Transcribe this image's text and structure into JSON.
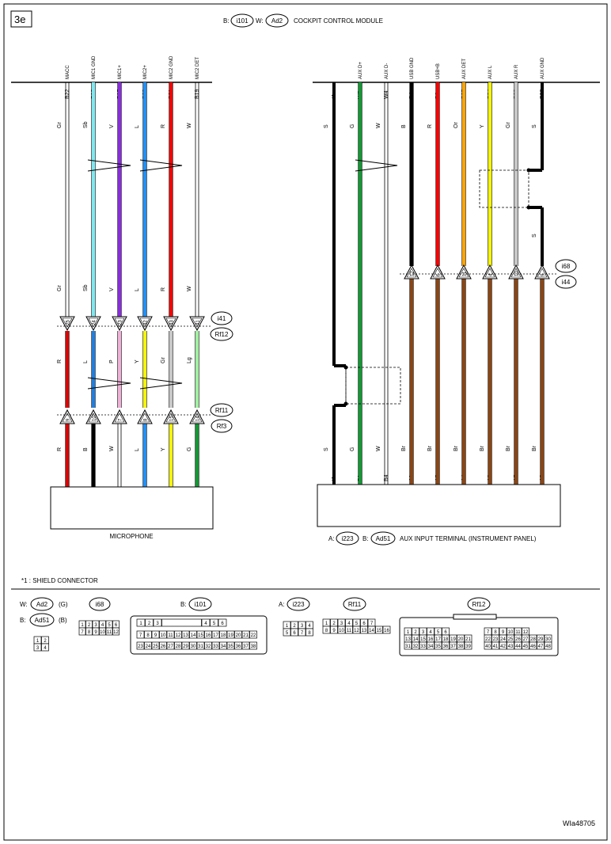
{
  "page_label": "3e",
  "footer_code": "WIa48705",
  "header": {
    "prefix_b": "B:",
    "conn_b": "i101",
    "prefix_w": "W:",
    "conn_w": "Ad2",
    "title": "COCKPIT CONTROL MODULE"
  },
  "microphone_label": "MICROPHONE",
  "aux_terminal": {
    "prefix_a": "A:",
    "conn_a": "i223",
    "prefix_b": "B:",
    "conn_b": "Ad51",
    "label": "AUX INPUT TERMINAL (INSTRUMENT PANEL)"
  },
  "connectors": {
    "i41": "i41",
    "rf12": "Rf12",
    "rf11": "Rf11",
    "rf3": "Rf3",
    "i68": "i68",
    "i44": "i44"
  },
  "left_wires": [
    {
      "signal": "MACC",
      "pin": "B22",
      "color": "Gr",
      "mid_color": "Gr",
      "c1": "25",
      "c1_color": "R",
      "c2": "9",
      "c2_color": "R",
      "term": "",
      "hex": "#ffffff",
      "hex2": "#dd0000",
      "hex3": "#dd0000"
    },
    {
      "signal": "MIC1 GND",
      "pin": "B18",
      "color": "Sb",
      "mid_color": "Sb",
      "c1": "24",
      "c1_color": "L",
      "c2": "10",
      "c2_color": "B",
      "term": "",
      "hex": "#7fe8f0",
      "hex2": "#1e7fe0",
      "hex3": "#000000"
    },
    {
      "signal": "MIC1+",
      "pin": "B17",
      "color": "V",
      "mid_color": "V",
      "c1": "23",
      "c1_color": "P",
      "c2": "7",
      "c2_color": "W",
      "term": "",
      "hex": "#8a2be2",
      "hex2": "#f0b0d8",
      "hex3": "#ffffff"
    },
    {
      "signal": "MIC2+",
      "pin": "B20",
      "color": "L",
      "mid_color": "L",
      "c1": "42",
      "c1_color": "Y",
      "c2": "8",
      "c2_color": "L",
      "term": "",
      "hex": "#1e90ff",
      "hex2": "#f5f500",
      "hex3": "#1e90ff"
    },
    {
      "signal": "MIC2 GND",
      "pin": "B21",
      "color": "R",
      "mid_color": "R",
      "c1": "43",
      "c1_color": "Gr",
      "c2": "15",
      "c2_color": "Y",
      "term": "",
      "hex": "#ff0000",
      "hex2": "#c8c8c8",
      "hex3": "#f5f500"
    },
    {
      "signal": "MIC2 DET",
      "pin": "B19",
      "color": "W",
      "mid_color": "W",
      "c1": "41",
      "c1_color": "Lg",
      "c2": "14",
      "c2_color": "G",
      "term": "",
      "hex": "#ffffff",
      "hex2": "#a0f0a0",
      "hex3": "#119933"
    }
  ],
  "right_wires": [
    {
      "signal": "",
      "pin": "*1",
      "color": "S",
      "c1": "",
      "term_color": "S",
      "term": "*1",
      "hex": "#000000",
      "hex2": "#000000"
    },
    {
      "signal": "AUX D+",
      "pin": "W3",
      "color": "G",
      "c1": "",
      "term_color": "G",
      "term": "B1",
      "hex": "#119933",
      "hex2": "#119933"
    },
    {
      "signal": "AUX D-",
      "pin": "W4",
      "color": "W",
      "c1": "",
      "term_color": "W",
      "term": "B4",
      "hex": "#ffffff",
      "hex2": "#ffffff"
    },
    {
      "signal": "USB GND",
      "pin": "B4",
      "color": "B",
      "c1": "12",
      "term_color": "Br",
      "term": "A1",
      "hex": "#000000",
      "hex2": "#8b4513"
    },
    {
      "signal": "USB+B",
      "pin": "B6",
      "color": "R",
      "c1": "6",
      "term_color": "Br",
      "term": "A5",
      "hex": "#ff0000",
      "hex2": "#8b4513"
    },
    {
      "signal": "AUX DET",
      "pin": "B35",
      "color": "Or",
      "c1": "11",
      "term_color": "Br",
      "term": "A4",
      "hex": "#ffa500",
      "hex2": "#8b4513"
    },
    {
      "signal": "AUX L",
      "pin": "B34",
      "color": "Y",
      "c1": "4",
      "term_color": "Br",
      "term": "A8",
      "hex": "#f5f500",
      "hex2": "#8b4513"
    },
    {
      "signal": "AUX R",
      "pin": "B33",
      "color": "Gr",
      "c1": "10",
      "term_color": "Br",
      "term": "A7",
      "hex": "#c8c8c8",
      "hex2": "#8b4513"
    },
    {
      "signal": "AUX GND",
      "pin": "B32",
      "color": "S",
      "c1": "9",
      "term_color": "Br",
      "term": "A3",
      "hex": "#000000",
      "hex2": "#8b4513"
    }
  ],
  "shield_wire_color": "S",
  "shield_note": "*1 : SHIELD CONNECTOR",
  "legend": {
    "w_prefix": "W:",
    "w_conn": "Ad2",
    "w_tag": "(G)",
    "b_prefix": "B:",
    "b_conn": "Ad51",
    "b_tag": "(B)",
    "i68": "i68",
    "i101_prefix": "B:",
    "i101": "i101",
    "i223_prefix": "A:",
    "i223": "i223",
    "rf11": "Rf11",
    "rf12": "Rf12"
  },
  "pin_grids": {
    "ad2": [
      [
        "1",
        "2"
      ],
      [
        "3",
        "4"
      ]
    ],
    "i68": [
      [
        "1",
        "2",
        "3",
        "4",
        "5",
        "6"
      ],
      [
        "7",
        "8",
        "9",
        "10",
        "11",
        "12"
      ]
    ],
    "i101": [
      [
        "1",
        "2",
        "3",
        "",
        "4",
        "5",
        "6"
      ],
      [
        "7",
        "8",
        "9",
        "10",
        "11",
        "12",
        "13",
        "14",
        "15",
        "16",
        "17",
        "18",
        "19",
        "20",
        "21",
        "22"
      ],
      [
        "23",
        "24",
        "25",
        "26",
        "27",
        "28",
        "29",
        "30",
        "31",
        "32",
        "33",
        "34",
        "35",
        "36",
        "37",
        "38"
      ]
    ],
    "i223": [
      [
        "1",
        "2",
        "3",
        "4"
      ],
      [
        "5",
        "6",
        "7",
        "8"
      ]
    ],
    "rf11": [
      [
        "1",
        "2",
        "3",
        "4",
        "5",
        "6",
        "7"
      ],
      [
        "8",
        "9",
        "10",
        "11",
        "12",
        "13",
        "14",
        "15",
        "16"
      ]
    ],
    "rf12_left": [
      [
        "1",
        "2",
        "3",
        "4",
        "5",
        "6"
      ],
      [
        "13",
        "14",
        "15",
        "16",
        "17",
        "18",
        "19",
        "20",
        "21"
      ],
      [
        "31",
        "32",
        "33",
        "34",
        "35",
        "36",
        "37",
        "38",
        "39"
      ]
    ],
    "rf12_right": [
      [
        "7",
        "8",
        "9",
        "10",
        "11",
        "12"
      ],
      [
        "22",
        "23",
        "24",
        "25",
        "26",
        "27",
        "28",
        "29",
        "30"
      ],
      [
        "40",
        "41",
        "42",
        "43",
        "44",
        "45",
        "46",
        "47",
        "48"
      ]
    ]
  }
}
